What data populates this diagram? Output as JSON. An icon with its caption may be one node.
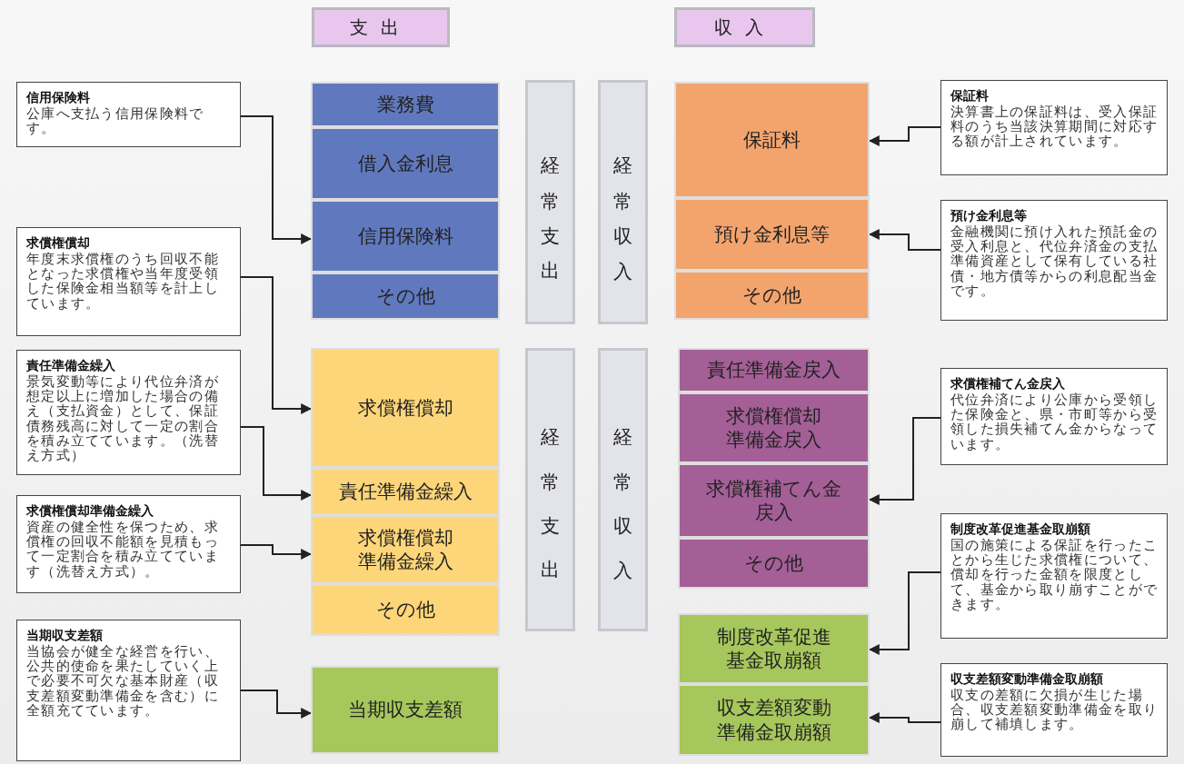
{
  "diagram": {
    "nodes": [
      {
        "text": [
          "支出"
        ]
      },
      {
        "text": [
          "収入"
        ]
      },
      {
        "text": [
          "業務費"
        ]
      },
      {
        "text": [
          "借入金利息"
        ]
      },
      {
        "text": [
          "信用保険料"
        ]
      },
      {
        "text": [
          "その他"
        ]
      },
      {
        "text": [
          "経常支出"
        ]
      },
      {
        "text": [
          "経常収入"
        ]
      },
      {
        "text": [
          "保証料"
        ]
      },
      {
        "text": [
          "預け金利息等"
        ]
      },
      {
        "text": [
          "その他"
        ]
      },
      {
        "text": [
          "求償権償却"
        ]
      },
      {
        "text": [
          "責任準備金繰入"
        ]
      },
      {
        "text": [
          "求償権償却準備金繰入"
        ]
      },
      {
        "text": [
          "その他"
        ]
      },
      {
        "text": [
          "経常支出"
        ]
      },
      {
        "text": [
          "経常収入"
        ]
      },
      {
        "text": [
          "責任準備金戻入"
        ]
      },
      {
        "text": [
          "求償権償却準備金戻入"
        ]
      },
      {
        "text": [
          "求償権補てん金戻入"
        ]
      },
      {
        "text": [
          "その他"
        ]
      },
      {
        "text": [
          "制度改革促進基金取崩額"
        ]
      },
      {
        "text": [
          "収支差額変動準備金取崩額"
        ]
      },
      {
        "text": [
          "当期収支差額"
        ]
      },
      {
        "text": [
          "信用保険料",
          "公庫へ支払う信用保険料です。"
        ]
      },
      {
        "text": [
          "求償権償却",
          "年度末求償権のうち回収不能となった求償権や当年度受領した保険金相当額等を計上しています。"
        ]
      },
      {
        "text": [
          "責任準備金繰入",
          "景気変動等により代位弁済が想定以上に増加した場合の備え（支払資金）として、保証債務残高に対して一定の割合を積み立てています。（洗替え方式）"
        ]
      },
      {
        "text": [
          "求償権償却準備金繰入",
          "資産の健全性を保つため、求償権の回収不能額を見積もって一定割合を積み立てています（洗替え方式）。"
        ]
      },
      {
        "text": [
          "当期収支差額",
          "当協会が健全な経営を行い、公共的使命を果たしていく上で必要不可欠な基本財産（収支差額変動準備金を含む）に全額充てています。"
        ]
      },
      {
        "text": [
          "保証料",
          "決算書上の保証料は、受入保証料のうち当該決算期間に対応する額が計上されています。"
        ]
      },
      {
        "text": [
          "預け金利息等",
          "金融機関に預け入れた預託金の受入利息と、代位弁済金の支払準備資産として保有している社債・地方債等からの利息配当金です。"
        ]
      },
      {
        "text": [
          "求償権補てん金戻入",
          "代位弁済により公庫から受領した保険金と、県・市町等から受領した損失補てん金からなっています。"
        ]
      },
      {
        "text": [
          "制度改革促進基金取崩額",
          "国の施策による保証を行ったことから生じた求償権について、償却を行った金額を限度として、基金から取り崩すことができます。"
        ]
      },
      {
        "text": [
          "収支差額変動準備金取崩額",
          "収支の差額に欠損が生じた場合、収支差額変動準備金を取り崩して補填します。"
        ]
      }
    ],
    "edges": [
      {
        "from": 24,
        "to": 4,
        "arrow": "to"
      },
      {
        "from": 25,
        "to": 11,
        "arrow": "to"
      },
      {
        "from": 26,
        "to": 12,
        "arrow": "to"
      },
      {
        "from": 27,
        "to": 13,
        "arrow": "to"
      },
      {
        "from": 28,
        "to": 23,
        "arrow": "to"
      },
      {
        "from": 29,
        "to": 8,
        "arrow": "to"
      },
      {
        "from": 30,
        "to": 9,
        "arrow": "to"
      },
      {
        "from": 31,
        "to": 19,
        "arrow": "to"
      },
      {
        "from": 32,
        "to": 21,
        "arrow": "to"
      },
      {
        "from": 33,
        "to": 22,
        "arrow": "to"
      }
    ]
  }
}
